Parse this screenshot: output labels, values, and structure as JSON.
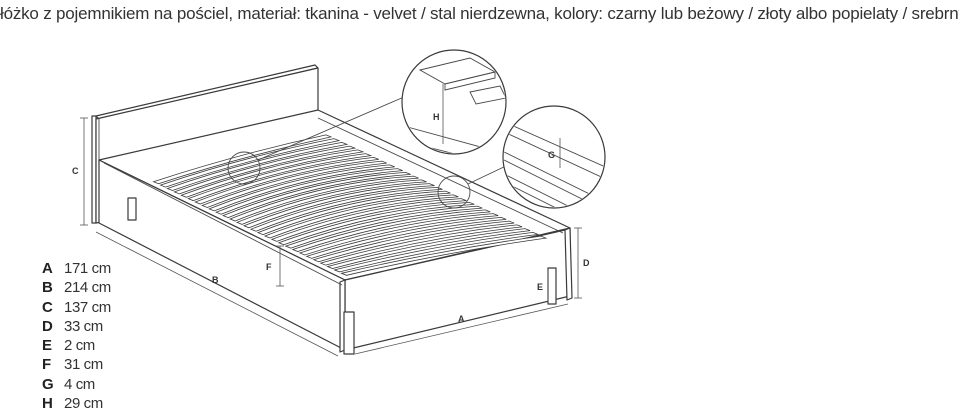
{
  "caption": "łóżko z pojemnikiem na pościel, materiał: tkanina - velvet / stal nierdzewna, kolory: czarny lub beżowy / złoty albo popielaty / srebrny, w",
  "dimension_labels": {
    "A": "A",
    "B": "B",
    "C": "C",
    "D": "D",
    "E": "E",
    "F": "F",
    "G": "G",
    "H": "H"
  },
  "legend": [
    {
      "key": "A",
      "value": "171 cm"
    },
    {
      "key": "B",
      "value": "214 cm"
    },
    {
      "key": "C",
      "value": "137 cm"
    },
    {
      "key": "D",
      "value": "33 cm"
    },
    {
      "key": "E",
      "value": "2 cm"
    },
    {
      "key": "F",
      "value": "31 cm"
    },
    {
      "key": "G",
      "value": "4 cm"
    },
    {
      "key": "H",
      "value": "29 cm"
    }
  ],
  "slats": 28
}
